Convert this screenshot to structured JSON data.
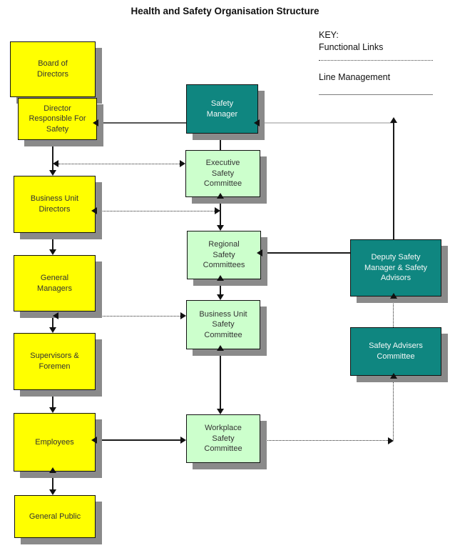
{
  "title": "Health and Safety Organisation Structure",
  "key": {
    "heading": "KEY:",
    "functional_links_label": "Functional Links",
    "line_management_label": "Line Management"
  },
  "colors": {
    "executive_box": "#ffff00",
    "committee_box": "#ccffcc",
    "safety_staff_box": "#0f8680",
    "shadow": "#8a8a8a"
  },
  "nodes": {
    "board": {
      "label": "Board of\nDirectors"
    },
    "director": {
      "label": "Director\nResponsible For\nSafety"
    },
    "business_unit_directors": {
      "label": "Business Unit\nDirectors"
    },
    "general_managers": {
      "label": "General\nManagers"
    },
    "supervisors": {
      "label": "Supervisors &\nForemen"
    },
    "employees": {
      "label": "Employees"
    },
    "general_public": {
      "label": "General Public"
    },
    "safety_manager": {
      "label": "Safety\nManager"
    },
    "executive_safety_committee": {
      "label": "Executive\nSafety\nCommittee"
    },
    "regional_safety_committees": {
      "label": "Regional\nSafety\nCommittees"
    },
    "business_unit_safety_committee": {
      "label": "Business Unit\nSafety\nCommittee"
    },
    "workplace_safety_committee": {
      "label": "Workplace\nSafety\nCommittee"
    },
    "deputy_safety_manager": {
      "label": "Deputy Safety\nManager & Safety\nAdvisors"
    },
    "safety_advisers_committee": {
      "label": "Safety Advisers\nCommittee"
    }
  }
}
